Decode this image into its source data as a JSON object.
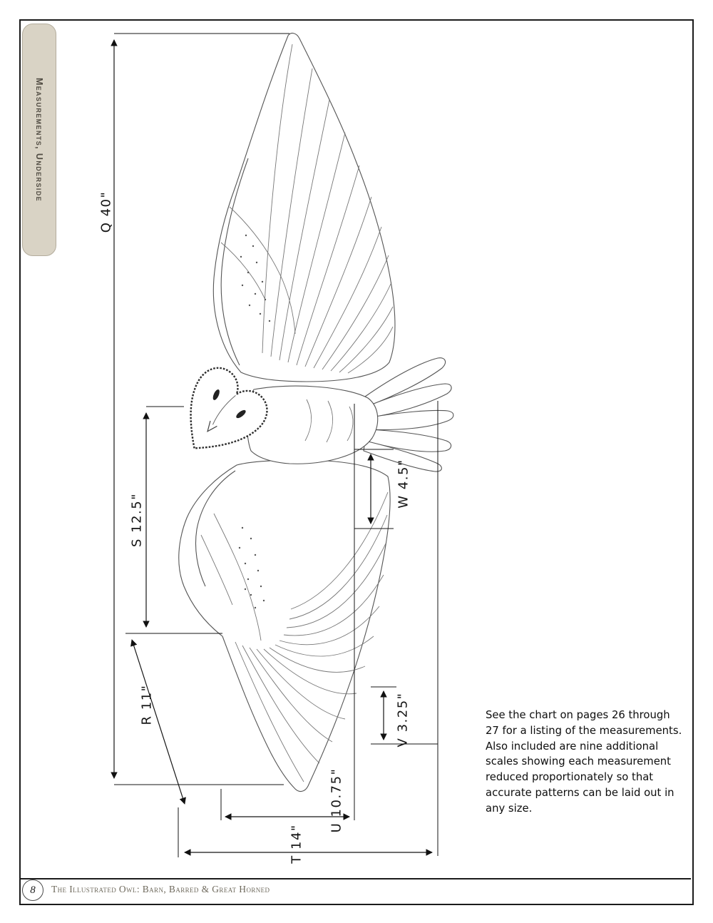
{
  "page": {
    "number": "8",
    "footer": "The Illustrated Owl: Barn, Barred & Great Horned",
    "tab_label": "Measurements, Underside"
  },
  "note": "See the chart on pages 26 through 27 for a listing of the measurements. Also included are nine additional scales showing each measurement reduced proportionately so that accurate patterns can be laid out in any size.",
  "figure": {
    "subject": "Barn owl underside with wings spread, measurement diagram"
  },
  "measurements": [
    {
      "letter": "Q",
      "value": "40\"",
      "label": "Q 40\""
    },
    {
      "letter": "S",
      "value": "12.5\"",
      "label": "S 12.5\""
    },
    {
      "letter": "R",
      "value": "11\"",
      "label": "R 11\""
    },
    {
      "letter": "W",
      "value": "4.5\"",
      "label": "W 4.5\""
    },
    {
      "letter": "V",
      "value": "3.25\"",
      "label": "V 3.25\""
    },
    {
      "letter": "U",
      "value": "10.75\"",
      "label": "U 10.75\""
    },
    {
      "letter": "T",
      "value": "14\"",
      "label": "T 14\""
    }
  ]
}
